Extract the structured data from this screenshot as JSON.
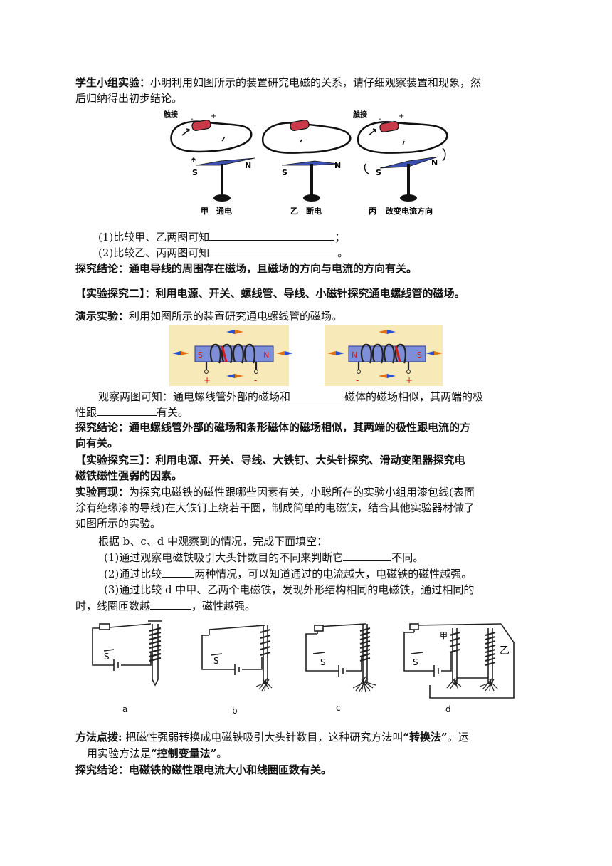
{
  "intro": {
    "label": "学生小组实验：",
    "line1": "小明利用如图所示的装置研究电磁的关系，请仔细观察装置和现象，然",
    "line2": "后归纳得出初步结论。"
  },
  "fig1": {
    "touch": "触接",
    "minus": "-",
    "plus": "+",
    "s": "S",
    "n": "N",
    "cap_jia": "甲　通电",
    "cap_yi": "乙　断电",
    "cap_bing_a": "丙",
    "cap_bing_b": "改变电流方向"
  },
  "q1": {
    "text": "(1)比较甲、乙两图可知",
    "end": "；"
  },
  "q2": {
    "text": "(2)比较乙、丙两图可知",
    "end": "。"
  },
  "conclusion1": "探究结论：通电导线的周围存在磁场，且磁场的方向与电流的方向有关。",
  "exp2": "【实验探究二】：利用电源、开关、螺线管、导线、小磁针探究通电螺线管的磁场。",
  "demo": {
    "label": "演示实验：",
    "text": "利用如图所示的装置研究通电螺线管的磁场。"
  },
  "fig2": {
    "s": "S",
    "n": "N",
    "plus": "+",
    "minus": "-"
  },
  "observe": {
    "part1": "观察两图可知：通电螺线管外部的磁场和",
    "part2": "磁体的磁场相似，其两端的极",
    "part3": "性跟",
    "part4": "有关。"
  },
  "conclusion2": {
    "line1": "探究结论：通电螺线管外部的磁场和条形磁体的磁场相似，其两端的极性跟电流的方",
    "line2": "向有关。"
  },
  "exp3": {
    "line1": "【实验探究三】：利用电源、开关、导线、大铁钉、大头针探究、滑动变阻器探究电",
    "line2": "磁铁磁性强弱的因素。"
  },
  "recap": {
    "label": "实验再现：",
    "line1": "为探究电磁铁的磁性跟哪些因素有关，小聪所在的实验小组用漆包线(表面",
    "line2": "涂有绝缘漆的导线)在大铁钉上绕若干圈，制成简单的电磁铁，结合其他实验器材做了",
    "line3": "如图所示的实验。"
  },
  "fill": {
    "intro": "根据 b、c、d 中观察到的情况，完成下面填空：",
    "q1a": "(1)通过观察电磁铁吸引大头针数目的不同来判断它",
    "q1b": "不同。",
    "q2a": "(2)通过比较",
    "q2b": "两种情况，可以知道通过的电流越大，电磁铁的磁性越强。",
    "q3a": "(3)通过比较 d 中甲、乙两个电磁铁，发现外形结构相同的电磁铁，通过相同的",
    "q3b": "时，线圈匝数越",
    "q3c": "，磁性越强。"
  },
  "fig3": {
    "s": "S",
    "cap_a": "a",
    "cap_b": "b",
    "cap_c": "c",
    "cap_d": "d",
    "jia": "甲",
    "yi": "乙"
  },
  "method": {
    "label": "方法点拨",
    "colon": ":",
    "text1": " 把磁性强弱转换成电磁铁吸引大头针数目，这种研究方法叫",
    "term1": "“转换法”",
    "text2": "。运",
    "text3": "用实验方法是",
    "term2": "“控制变量法”",
    "text4": "。"
  },
  "conclusion3": "探究结论：电磁铁的磁性跟电流大小和线圈匝数有关。"
}
